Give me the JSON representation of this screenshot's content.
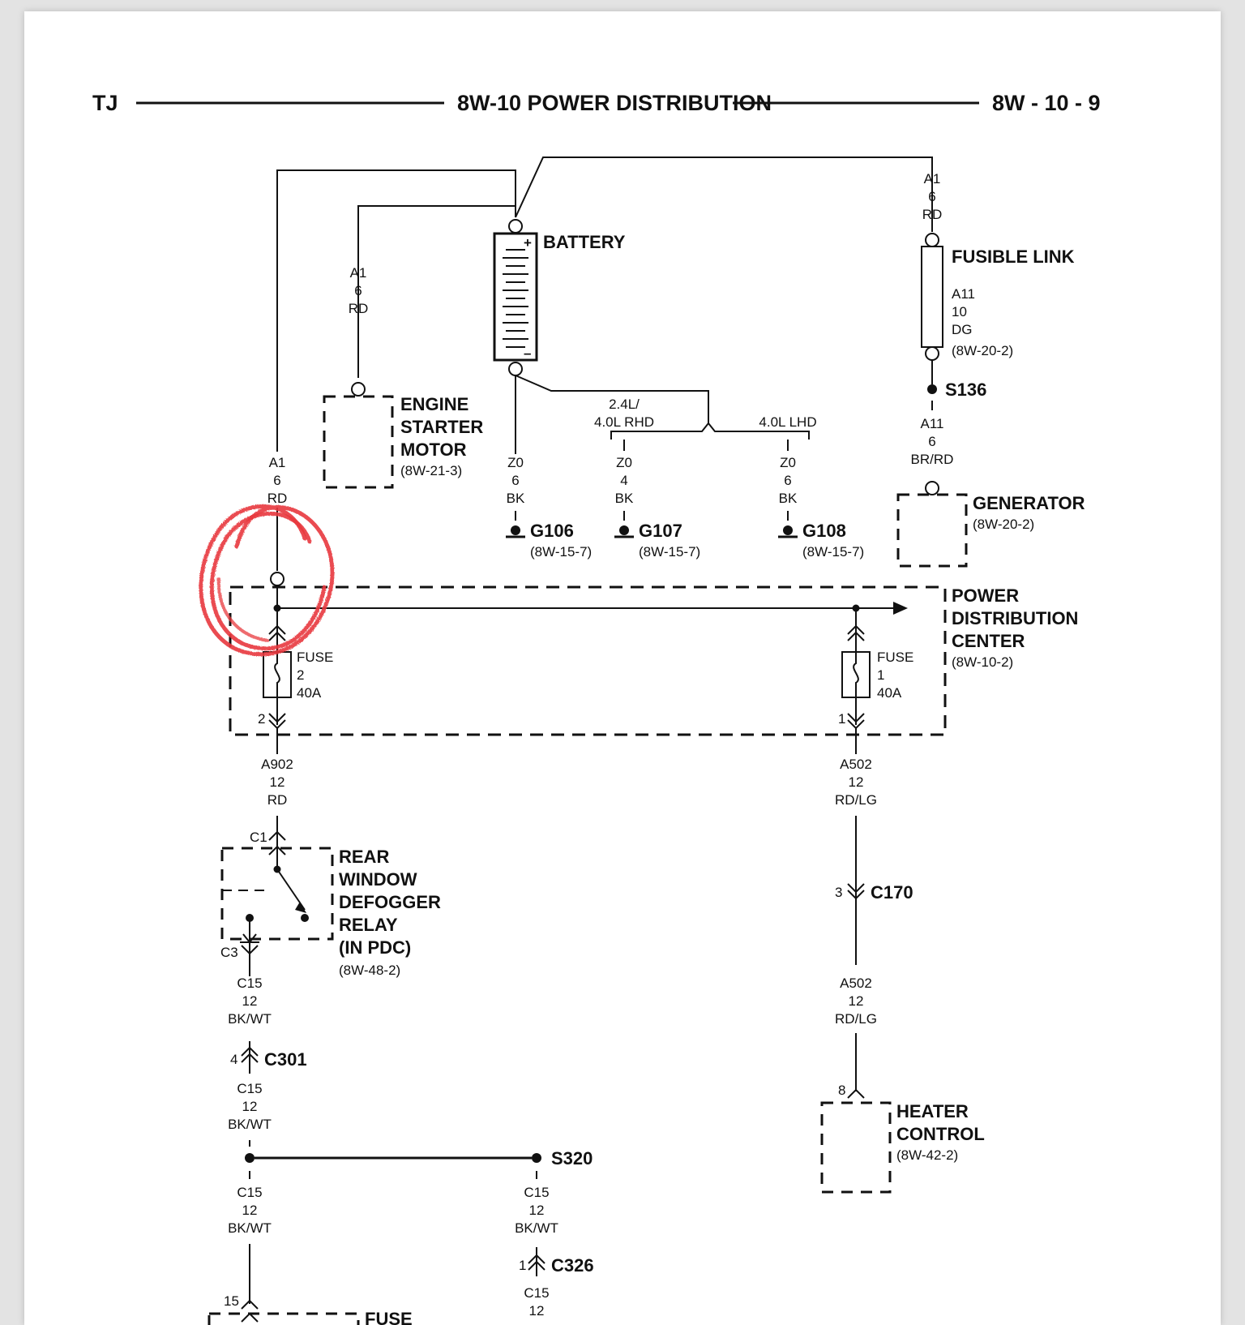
{
  "header": {
    "left": "TJ",
    "title": "8W-10 POWER DISTRIBUTION",
    "right": "8W - 10 - 9"
  },
  "components": {
    "battery": {
      "name": "BATTERY",
      "plus": "+",
      "minus": "–"
    },
    "fusible_link": {
      "name": "FUSIBLE LINK",
      "code": "A11",
      "gauge": "10",
      "color": "DG",
      "ref": "(8W-20-2)"
    },
    "splice_s136": "S136",
    "starter": {
      "line1": "ENGINE",
      "line2": "STARTER",
      "line3": "MOTOR",
      "ref": "(8W-21-3)"
    },
    "generator": {
      "name": "GENERATOR",
      "ref": "(8W-20-2)"
    },
    "ground_variants": {
      "left": "2.4L/",
      "left2": "4.0L RHD",
      "right": "4.0L LHD"
    },
    "grounds": [
      {
        "name": "G106",
        "ref": "(8W-15-7)"
      },
      {
        "name": "G107",
        "ref": "(8W-15-7)"
      },
      {
        "name": "G108",
        "ref": "(8W-15-7)"
      }
    ],
    "pdc": {
      "line1": "POWER",
      "line2": "DISTRIBUTION",
      "line3": "CENTER",
      "ref": "(8W-10-2)"
    },
    "fuse2": {
      "label": "FUSE",
      "num": "2",
      "amps": "40A",
      "pin": "2"
    },
    "fuse1": {
      "label": "FUSE",
      "num": "1",
      "amps": "40A",
      "pin": "1"
    },
    "relay": {
      "line1": "REAR",
      "line2": "WINDOW",
      "line3": "DEFOGGER",
      "line4": "RELAY",
      "line5": "(IN PDC)",
      "ref": "(8W-48-2)",
      "pin_in": "C1",
      "pin_out": "C3"
    },
    "c301": {
      "name": "C301",
      "pin": "4"
    },
    "s320": "S320",
    "c326": {
      "name": "C326",
      "pin": "1"
    },
    "c170": {
      "name": "C170",
      "pin": "3"
    },
    "heater": {
      "line1": "HEATER",
      "line2": "CONTROL",
      "ref": "(8W-42-2)",
      "pin": "8"
    },
    "fuse_bottom": {
      "label": "FUSE",
      "pin": "15"
    }
  },
  "wires": {
    "a1_top": {
      "code": "A1",
      "gauge": "6",
      "color": "RD"
    },
    "a1_starter": {
      "code": "A1",
      "gauge": "6",
      "color": "RD"
    },
    "a1_left": {
      "code": "A1",
      "gauge": "6",
      "color": "RD"
    },
    "a11_gen": {
      "code": "A11",
      "gauge": "6",
      "color": "BR/RD"
    },
    "z0_g106": {
      "code": "Z0",
      "gauge": "6",
      "color": "BK"
    },
    "z0_g107": {
      "code": "Z0",
      "gauge": "4",
      "color": "BK"
    },
    "z0_g108": {
      "code": "Z0",
      "gauge": "6",
      "color": "BK"
    },
    "a902": {
      "code": "A902",
      "gauge": "12",
      "color": "RD"
    },
    "a502_top": {
      "code": "A502",
      "gauge": "12",
      "color": "RD/LG"
    },
    "a502_bottom": {
      "code": "A502",
      "gauge": "12",
      "color": "RD/LG"
    },
    "c15_a": {
      "code": "C15",
      "gauge": "12",
      "color": "BK/WT"
    },
    "c15_b": {
      "code": "C15",
      "gauge": "12",
      "color": "BK/WT"
    },
    "c15_c": {
      "code": "C15",
      "gauge": "12",
      "color": "BK/WT"
    },
    "c15_d": {
      "code": "C15",
      "gauge": "12",
      "color": "BK/WT"
    },
    "c15_e": {
      "code": "C15",
      "gauge": "12"
    }
  },
  "annotation_color": "#e8383d"
}
